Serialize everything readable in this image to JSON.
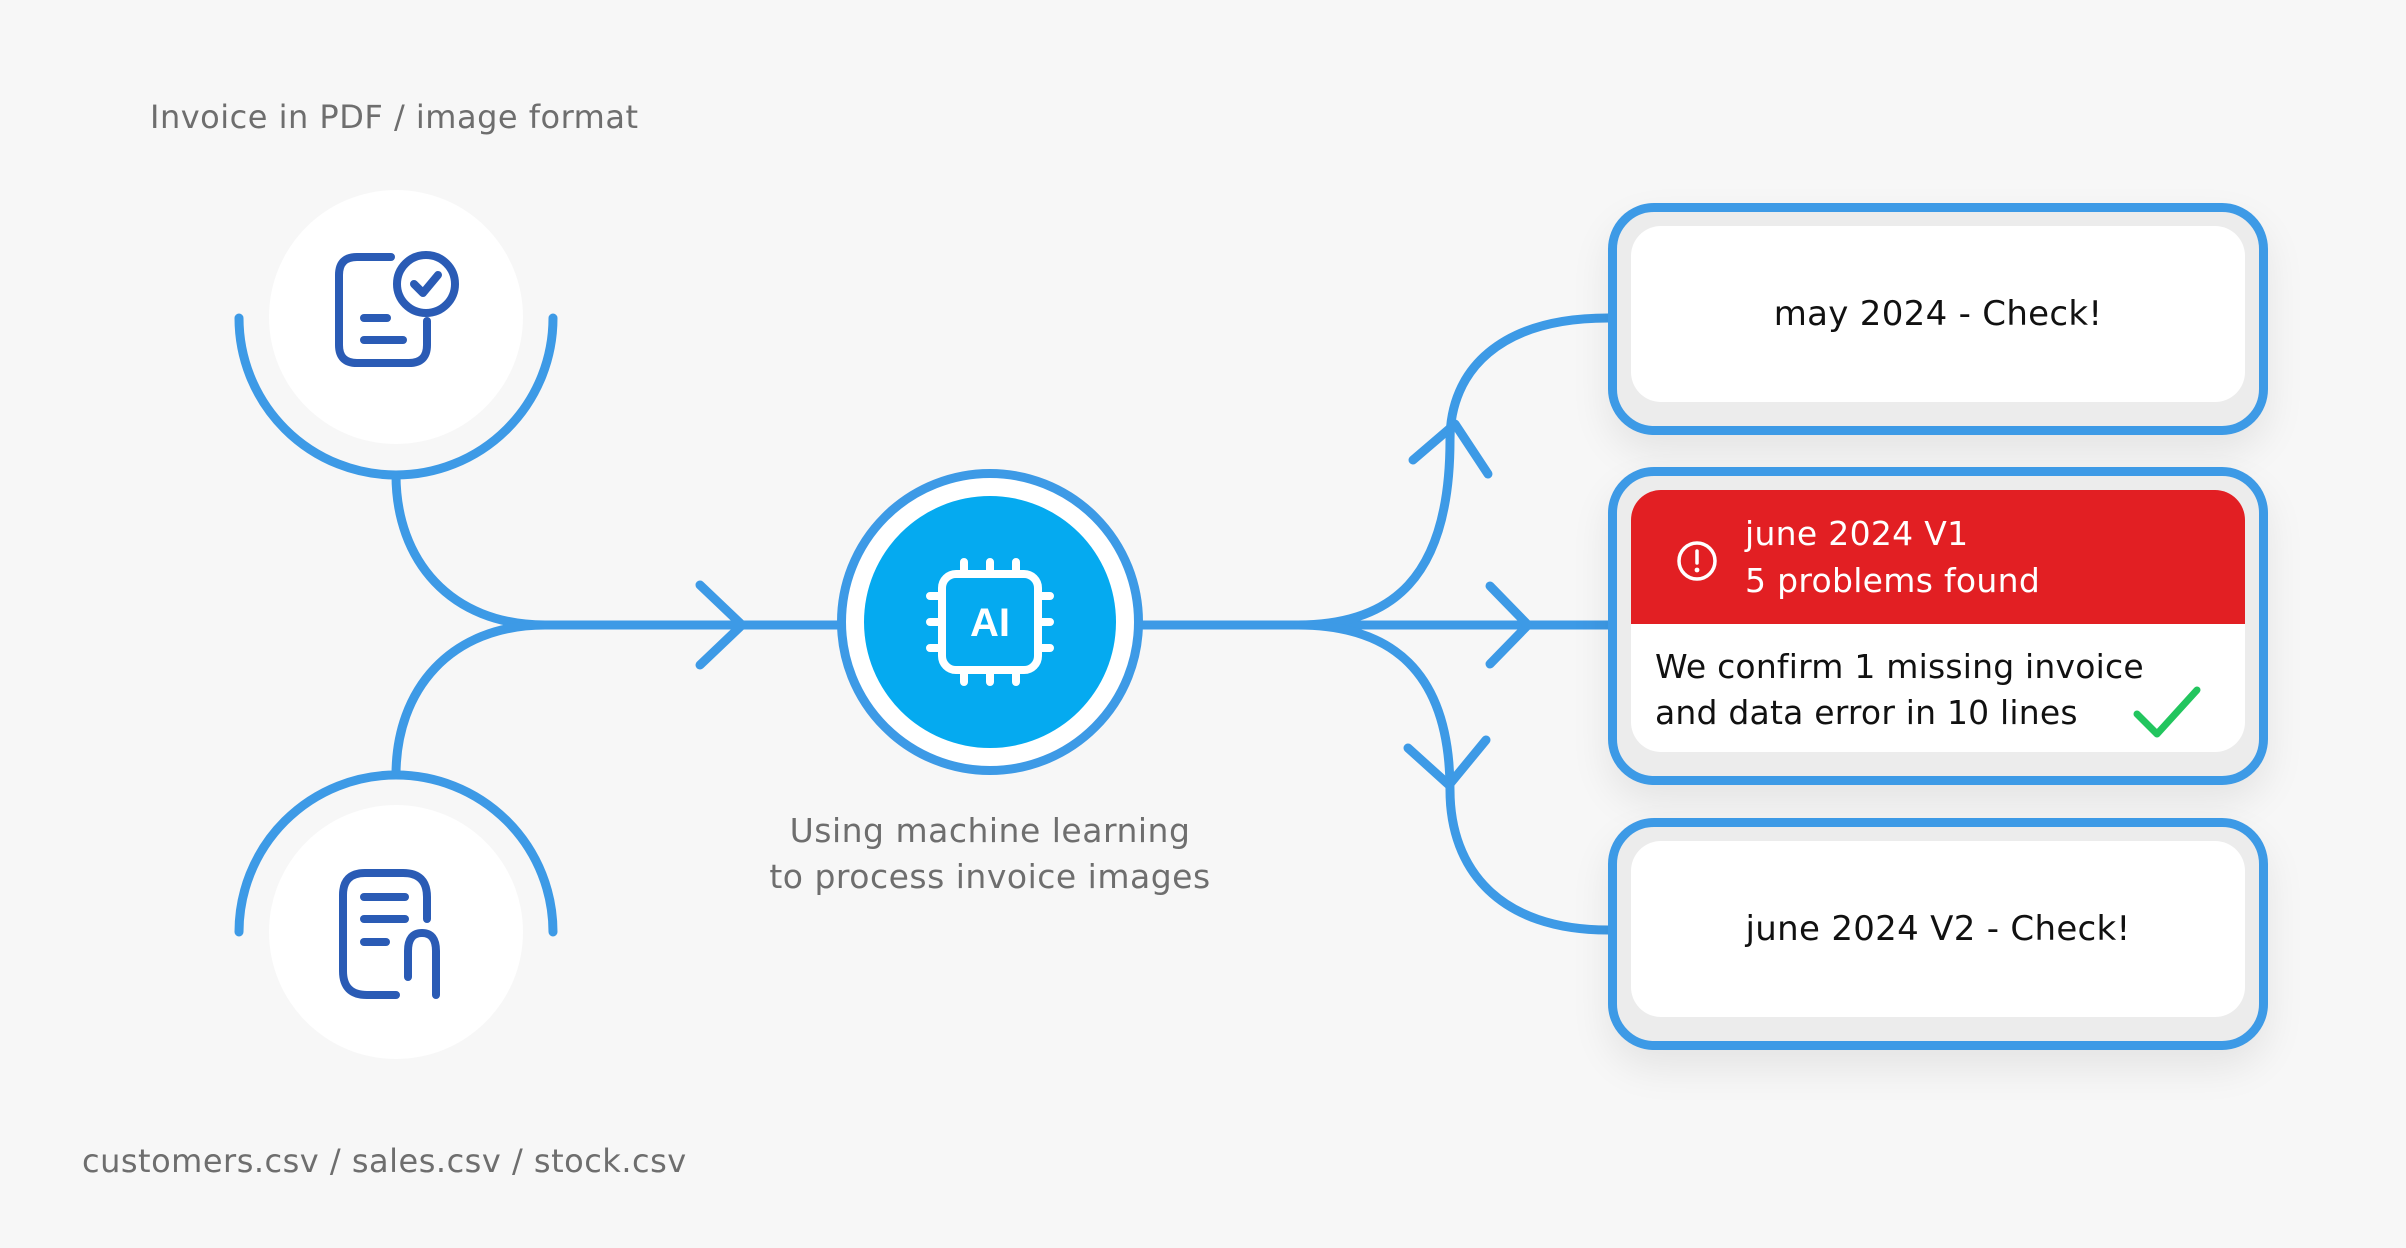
{
  "colors": {
    "line": "#3d9ae6",
    "icon": "#2a5bb5",
    "ai_fill": "#05aaf0",
    "alert": "#e21f23",
    "ok": "#22c55e",
    "caption": "#6e6e6e"
  },
  "sources": {
    "top_label": "Invoice in PDF / image format",
    "bottom_label": "customers.csv / sales.csv / stock.csv",
    "top_icon": "document-check-icon",
    "bottom_icon": "document-attachment-icon"
  },
  "processor": {
    "badge": "AI",
    "icon": "ai-chip-icon",
    "caption_line1": "Using machine learning",
    "caption_line2": "to process invoice images"
  },
  "results": {
    "card1": {
      "text": "may 2024 - Check!"
    },
    "card2": {
      "title": "june 2024 V1",
      "subtitle": "5 problems found",
      "message_line1": "We confirm 1 missing invoice",
      "message_line2": "and data error in 10 lines",
      "warn_icon": "alert-circle-icon",
      "ok_icon": "checkmark-icon"
    },
    "card3": {
      "text": "june 2024 V2 - Check!"
    }
  }
}
